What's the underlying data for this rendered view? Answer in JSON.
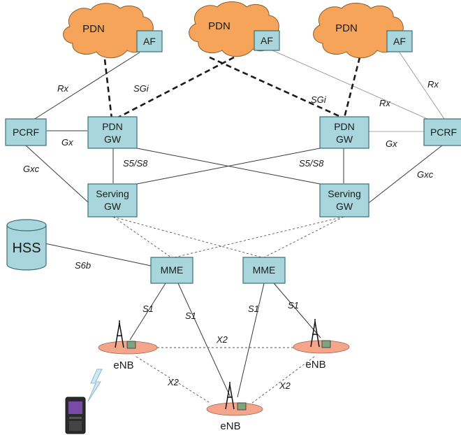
{
  "pdn_clouds": [
    {
      "label": "PDN",
      "af_label": "AF"
    },
    {
      "label": "PDN",
      "af_label": "AF"
    },
    {
      "label": "PDN",
      "af_label": "AF"
    }
  ],
  "nodes": {
    "pcrf_left": "PCRF",
    "pcrf_right": "PCRF",
    "pdn_gw_left": [
      "PDN",
      "GW"
    ],
    "pdn_gw_right": [
      "PDN",
      "GW"
    ],
    "serving_gw_left": [
      "Serving",
      "GW"
    ],
    "serving_gw_right": [
      "Serving",
      "GW"
    ],
    "hss": "HSS",
    "mme_left": "MME",
    "mme_right": "MME",
    "enb_left": "eNB",
    "enb_right": "eNB",
    "enb_bottom": "eNB"
  },
  "interfaces": {
    "rx_left": "Rx",
    "rx_mid": "Rx",
    "rx_right": "Rx",
    "sgi_left": "SGi",
    "sgi_right": "SGi",
    "gx_left": "Gx",
    "gx_right": "Gx",
    "gxc_left": "Gxc",
    "gxc_right": "Gxc",
    "s5s8_left": "S5/S8",
    "s5s8_right": "S5/S8",
    "s6b": "S6b",
    "s1_a": "S1",
    "s1_b": "S1",
    "s1_c": "S1",
    "s1_d": "S1",
    "x2_top": "X2",
    "x2_left": "X2",
    "x2_right": "X2"
  },
  "colors": {
    "node_fill": "#a9d6dc",
    "cloud_fill": "#f5a45a",
    "enb_fill": "#f4a58a"
  }
}
